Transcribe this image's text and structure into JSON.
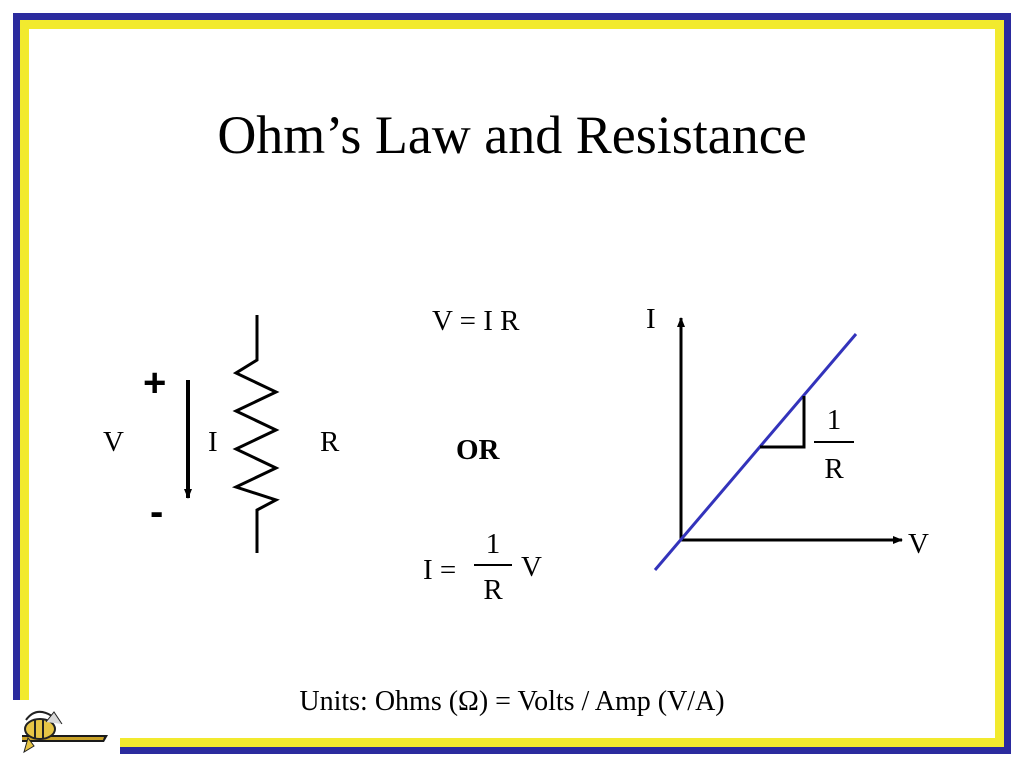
{
  "slide": {
    "title": "Ohm’s Law and Resistance",
    "footer": "Units: Ohms (Ω) = Volts / Amp (V/A)"
  },
  "circuit": {
    "plus_sign": "+",
    "minus_sign": "-",
    "voltage_label": "V",
    "current_label": "I",
    "resistance_label": "R"
  },
  "equations": {
    "first": "V = I R",
    "or_label": "OR",
    "second_lhs": "I =",
    "second_numerator": "1",
    "second_denominator": "R",
    "second_rhs": "V"
  },
  "graph": {
    "y_axis_label": "I",
    "x_axis_label": "V",
    "slope_numerator": "1",
    "slope_denominator": "R",
    "line_color": "#3333bb"
  },
  "colors": {
    "border_outer": "#2b2b9e",
    "border_inner": "#f2ea2e",
    "background": "#ffffff"
  }
}
